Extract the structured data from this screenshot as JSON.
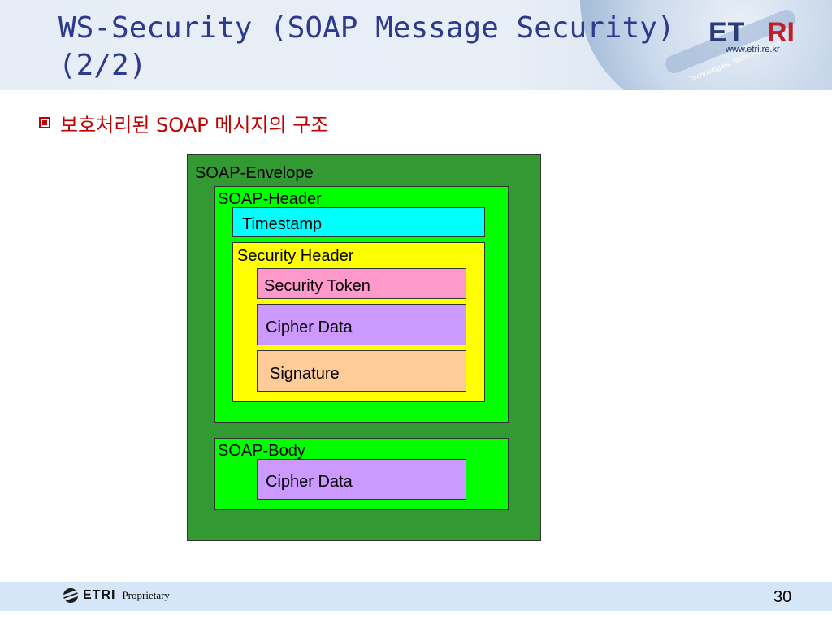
{
  "slide": {
    "title": "WS-Security (SOAP Message Security)\n(2/2)",
    "bullet": "보호처리된 SOAP 메시지의 구조",
    "page_number": "30"
  },
  "branding": {
    "logo_e": "ET",
    "logo_ri": "RI",
    "url": "www.etri.re.kr",
    "motto": "Technologies, Basic Research",
    "footer_org": "ETRI",
    "footer_label": "Proprietary"
  },
  "diagram": {
    "envelope": "SOAP-Envelope",
    "header": "SOAP-Header",
    "timestamp": "Timestamp",
    "security_header": "Security Header",
    "security_token": "Security Token",
    "cipher_data": "Cipher Data",
    "signature": "Signature",
    "body": "SOAP-Body",
    "body_cipher_data": "Cipher Data"
  },
  "colors": {
    "title": "#2e3a8c",
    "bullet": "#c00000",
    "envelope": "#339933",
    "header_body": "#00ff00",
    "timestamp": "#00ffff",
    "security_header": "#ffff00",
    "security_token": "#ff99cc",
    "cipher_data": "#cc99ff",
    "signature": "#ffcc99"
  }
}
